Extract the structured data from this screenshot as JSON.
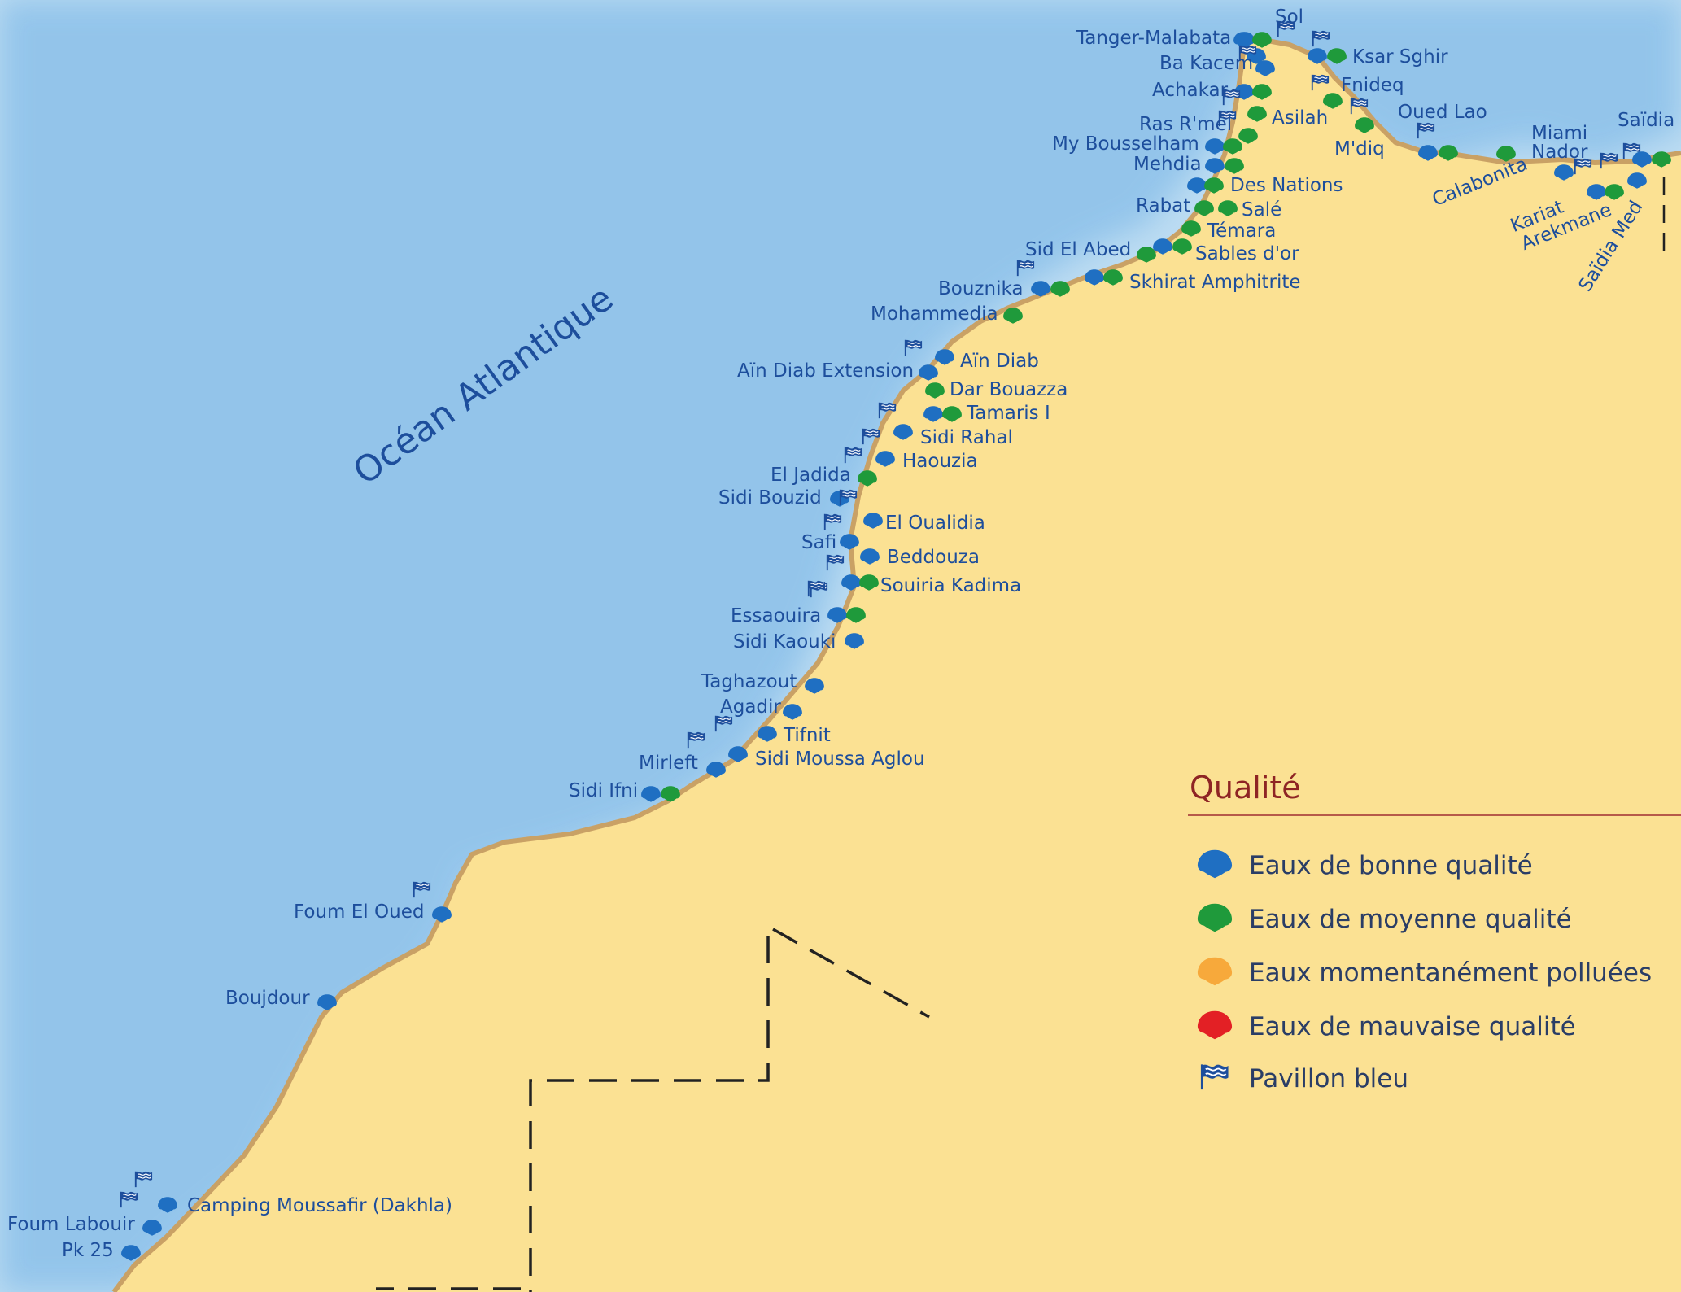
{
  "map": {
    "ocean_label": "Océan Atlantique",
    "beaches": [
      {
        "name": "Sol"
      },
      {
        "name": "Tanger-Malabata"
      },
      {
        "name": "Ksar Sghir"
      },
      {
        "name": "Ba Kacem"
      },
      {
        "name": "Achakar"
      },
      {
        "name": "Fnideq"
      },
      {
        "name": "Asilah"
      },
      {
        "name": "Oued Lao"
      },
      {
        "name": "Ras R'mel"
      },
      {
        "name": "M'diq"
      },
      {
        "name": "My Bousselham"
      },
      {
        "name": "Mehdia"
      },
      {
        "name": "Des Nations"
      },
      {
        "name": "Rabat"
      },
      {
        "name": "Salé"
      },
      {
        "name": "Témara"
      },
      {
        "name": "Sid El Abed"
      },
      {
        "name": "Sables d'or"
      },
      {
        "name": "Bouznika"
      },
      {
        "name": "Skhirat Amphitrite"
      },
      {
        "name": "Mohammedia"
      },
      {
        "name": "Aïn Diab"
      },
      {
        "name": "Aïn Diab Extension"
      },
      {
        "name": "Dar Bouazza"
      },
      {
        "name": "Tamaris I"
      },
      {
        "name": "Sidi Rahal"
      },
      {
        "name": "Haouzia"
      },
      {
        "name": "El Jadida"
      },
      {
        "name": "Sidi Bouzid"
      },
      {
        "name": "El Oualidia"
      },
      {
        "name": "Safi"
      },
      {
        "name": "Beddouza"
      },
      {
        "name": "Souiria Kadima"
      },
      {
        "name": "Essaouira"
      },
      {
        "name": "Sidi Kaouki"
      },
      {
        "name": "Taghazout"
      },
      {
        "name": "Agadir"
      },
      {
        "name": "Tifnit"
      },
      {
        "name": "Mirleft"
      },
      {
        "name": "Sidi Moussa Aglou"
      },
      {
        "name": "Sidi Ifni"
      },
      {
        "name": "Foum El Oued"
      },
      {
        "name": "Boujdour"
      },
      {
        "name": "Camping Moussafir (Dakhla)"
      },
      {
        "name": "Foum Labouir"
      },
      {
        "name": "Pk 25"
      },
      {
        "name": "Calabonita"
      },
      {
        "name": "Miami"
      },
      {
        "name": "Nador"
      },
      {
        "name": "Kariat"
      },
      {
        "name": "Arekmane"
      },
      {
        "name": "Saïdia"
      },
      {
        "name": "Saïdia Med"
      }
    ]
  },
  "legend": {
    "title": "Qualité",
    "items": [
      {
        "label": "Eaux de bonne qualité",
        "color": "#1f6fc2",
        "icon": "shell-icon"
      },
      {
        "label": "Eaux de moyenne qualité",
        "color": "#1f9a3b",
        "icon": "shell-icon"
      },
      {
        "label": "Eaux momentanément polluées",
        "color": "#f7a93b",
        "icon": "shell-icon"
      },
      {
        "label": "Eaux de mauvaise qualité",
        "color": "#e32025",
        "icon": "shell-icon"
      },
      {
        "label": "Pavillon bleu",
        "color": "#1d4e9c",
        "icon": "blue-flag-icon"
      }
    ]
  }
}
